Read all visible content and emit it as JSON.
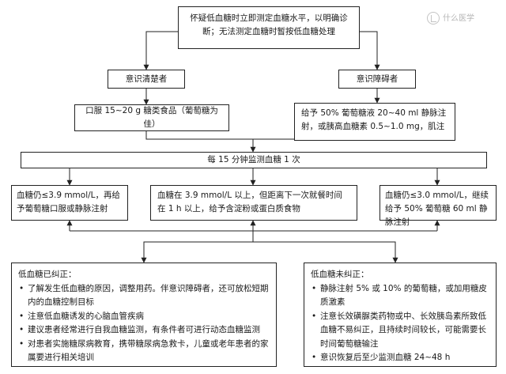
{
  "watermark": "什么医学",
  "nodes": {
    "start": "怀疑低血糖时立即测定血糖水平，以明确诊断；无法测定血糖时暂按低血糖处理",
    "conscious": "意识清楚者",
    "impaired": "意识障碍者",
    "oral": "口服 15~20 g 糖类食品（葡萄糖为佳）",
    "iv": "给予 50% 葡萄糖液 20~40 ml 静脉注射，或胰高血糖素 0.5~1.0 mg，肌注",
    "monitor": "每 15 分钟监测血糖 1 次",
    "low39": "血糖仍≤3.9 mmol/L，再给予葡萄糖口服或静脉注射",
    "above39": "血糖在 3.9 mmol/L 以上，但距离下一次就餐时间在 1 h 以上，给予含淀粉或蛋白质食物",
    "low30": "血糖仍≤3.0 mmol/L，继续给予 50% 葡萄糖 60 ml 静脉注射"
  },
  "corrected": {
    "title": "低血糖已纠正：",
    "items": [
      "了解发生低血糖的原因，调整用药。伴意识障碍者，还可放松短期内的血糖控制目标",
      "注意低血糖诱发的心脑血管疾病",
      "建议患者经常进行自我血糖监测，有条件者可进行动态血糖监测",
      "对患者实施糖尿病教育，携带糖尿病急救卡，儿童或老年患者的家属要进行相关培训"
    ]
  },
  "uncorrected": {
    "title": "低血糖未纠正：",
    "items": [
      "静脉注射 5% 或 10% 的葡萄糖，或加用糖皮质激素",
      "注意长效磺脲类药物或中、长效胰岛素所致低血糖不易纠正，且持续时间较长，可能需要长时间葡萄糖输注",
      "意识恢复后至少监测血糖 24~48 h"
    ]
  }
}
